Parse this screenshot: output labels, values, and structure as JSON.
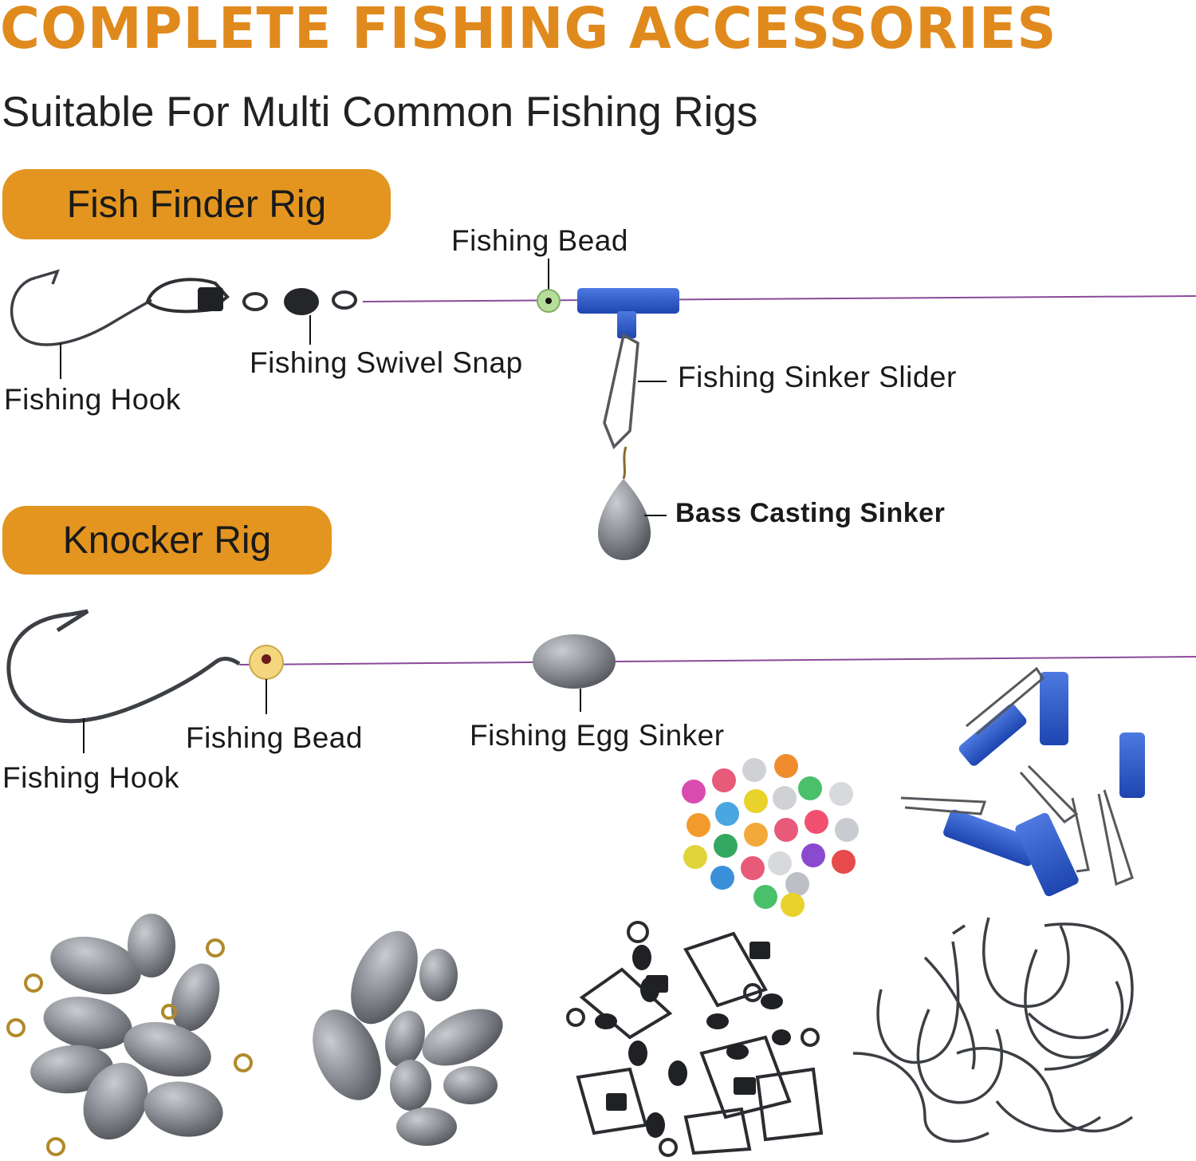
{
  "header": {
    "title": "COMPLETE FISHING ACCESSORIES",
    "subtitle": "Suitable For Multi Common Fishing Rigs"
  },
  "rigs": [
    {
      "name": "Fish Finder Rig",
      "labels": {
        "bead": "Fishing Bead",
        "swivel": "Fishing Swivel Snap",
        "slider": "Fishing Sinker Slider",
        "hook": "Fishing Hook",
        "sinker": "Bass Casting Sinker"
      }
    },
    {
      "name": "Knocker Rig",
      "labels": {
        "hook": "Fishing Hook",
        "bead": "Fishing Bead",
        "sinker": "Fishing Egg Sinker"
      }
    }
  ],
  "colors": {
    "accent": "#e3951f",
    "title": "#e08a1e",
    "line": "#8a4a9a",
    "slider_blue": "#2a57c9",
    "lead": "#8c8f94"
  },
  "icons": [
    "hook-icon",
    "swivel-snap-icon",
    "bead-icon",
    "sinker-slider-icon",
    "bass-casting-sinker-icon",
    "egg-sinker-icon"
  ]
}
